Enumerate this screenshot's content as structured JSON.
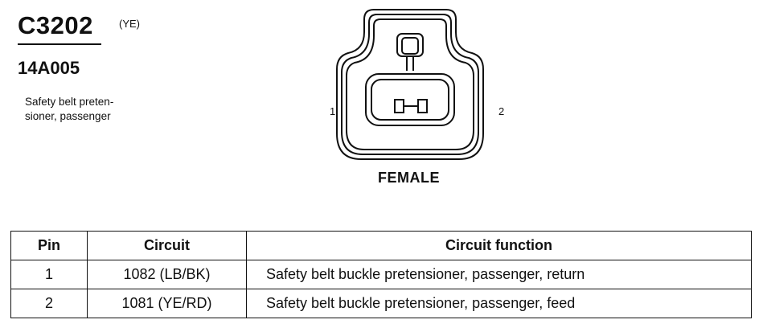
{
  "header": {
    "connector_id": "C3202",
    "color_code": "(YE)",
    "part_number": "14A005",
    "description": [
      "Safety belt preten-",
      "sioner, passenger"
    ]
  },
  "connector": {
    "pin_left_label": "1",
    "pin_right_label": "2",
    "gender": "FEMALE"
  },
  "table": {
    "headers": [
      "Pin",
      "Circuit",
      "Circuit function"
    ],
    "rows": [
      {
        "pin": "1",
        "circuit": "1082 (LB/BK)",
        "function": "Safety belt buckle pretensioner, passenger, return"
      },
      {
        "pin": "2",
        "circuit": "1081 (YE/RD)",
        "function": "Safety belt buckle pretensioner, passenger, feed"
      }
    ]
  }
}
